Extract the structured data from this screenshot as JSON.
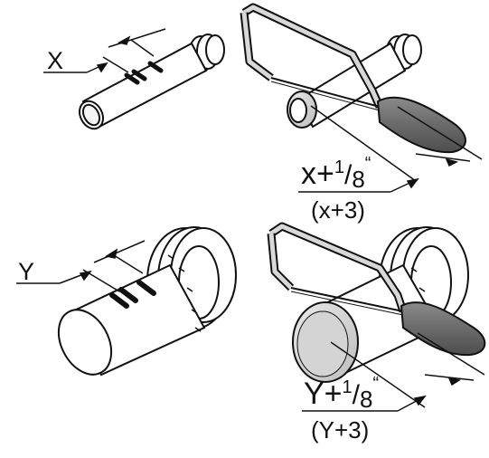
{
  "labels": {
    "x_short": "X",
    "y_short": "Y"
  },
  "formula_x": {
    "var": "x+",
    "num": "1",
    "slash": "/",
    "den": "8",
    "quote": "“",
    "alt": "(x+3)"
  },
  "formula_y": {
    "var": "Y+",
    "num": "1",
    "slash": "/",
    "den": "8",
    "quote": "“",
    "alt": "(Y+3)"
  }
}
